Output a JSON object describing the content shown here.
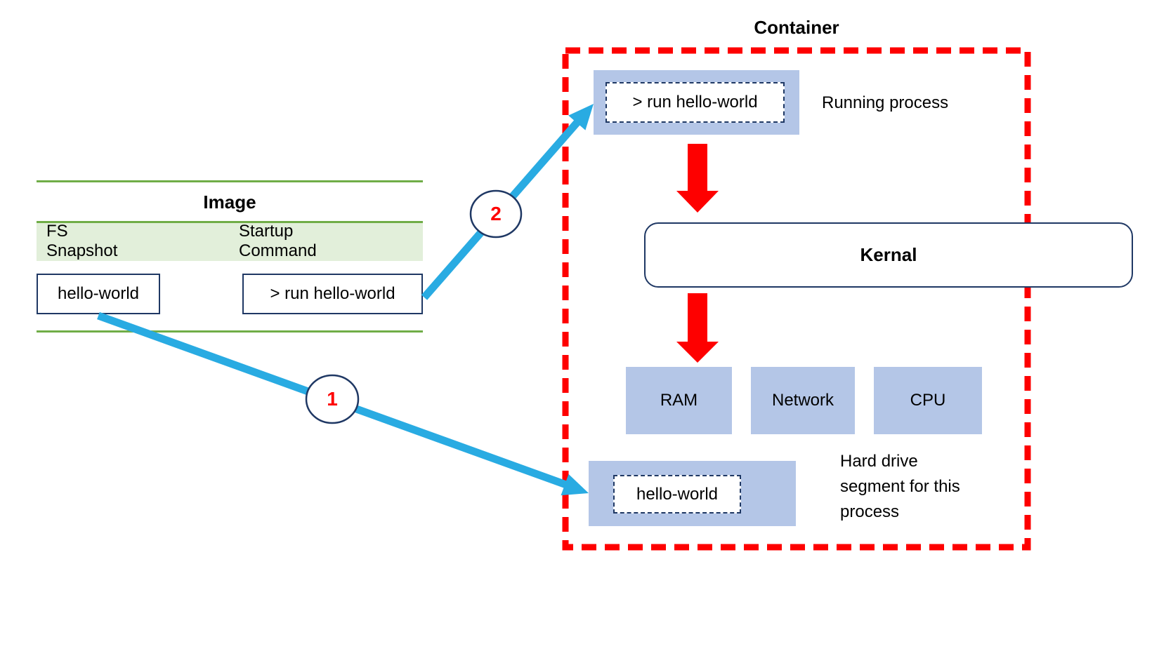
{
  "image_table": {
    "title": "Image",
    "col_fs_snapshot": "FS Snapshot",
    "col_startup_command": "Startup Command",
    "fs_snapshot_value": "hello-world",
    "startup_command_value": "> run hello-world"
  },
  "container": {
    "title": "Container",
    "running_process_value": "> run hello-world",
    "running_process_label": "Running process",
    "kernel_label": "Kernal",
    "resources": [
      "RAM",
      "Network",
      "CPU"
    ],
    "hard_drive_value": "hello-world",
    "hard_drive_label": "Hard drive segment for this process"
  },
  "annotations": {
    "step_1": "1",
    "step_2": "2"
  },
  "colors": {
    "table_green": "#70ad47",
    "table_band_green": "#e2efda",
    "box_border_navy": "#1f3864",
    "panel_blue": "#b4c6e7",
    "accent_red": "#fe0000",
    "arrow_blue": "#29abe2"
  }
}
